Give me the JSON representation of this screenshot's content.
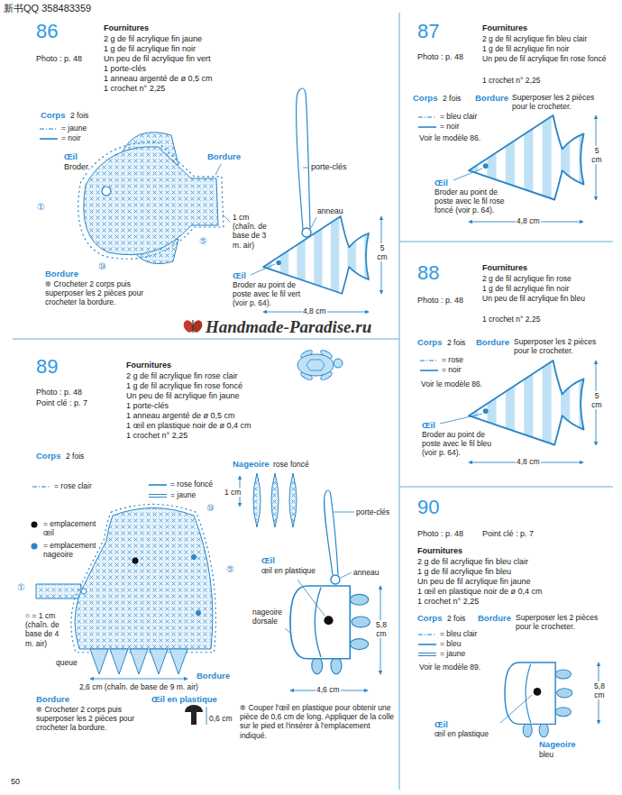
{
  "diagram": {
    "labels": [
      "新书QQ 358483359",
      "86",
      "Photo : p. 48",
      "Fournitures",
      "2 g de fil acrylique fin jaune",
      "1 g de fil acrylique fin noir",
      "Un peu de fil acrylique fin vert",
      "1 porte-clés",
      "1 anneau argenté de ø 0,5 cm",
      "1 crochet n° 2,25",
      "Corps",
      "2 fois",
      "Œil",
      "Broder.",
      "Bordure",
      "porte-clés",
      "anneau",
      "1 cm (chaîn. de base de 3 m. air)",
      "5 cm",
      "Œil",
      "Broder au point de poste avec le fil vert (voir p. 64).",
      "4,8 cm",
      "Bordure",
      "❊ Crocheter 2 corps puis superposer les 2 pièces pour crocheter la bordure.",
      "⑤",
      "⑩",
      "①",
      "Handmade-Paradise.ru",
      "87",
      "Photo : p. 48",
      "Fournitures",
      "2 g de fil acrylique fin bleu clair",
      "1 g de fil acrylique fin noir",
      "Un peu de fil acrylique fin rose foncé",
      "1 crochet n° 2,25",
      "Corps",
      "2 fois",
      "Bordure",
      "Superposer les 2 pièces pour le crocheter.",
      "Voir le modèle 86.",
      "Œil",
      "Broder au point de poste avec le fil rose foncé (voir p. 64).",
      "5 cm",
      "4,8 cm",
      "88",
      "Photo : p. 48",
      "Fournitures",
      "2 g de fil acrylique fin rose",
      "1 g de fil acrylique fin noir",
      "Un peu de fil acrylique fin bleu",
      "1 crochet n° 2,25",
      "Corps",
      "2 fois",
      "Bordure",
      "Superposer les 2 pièces pour le crocheter.",
      "Voir le modèle 86.",
      "Œil",
      "Broder au point de poste avec le fil bleu (voir p. 64).",
      "5 cm",
      "4,8 cm",
      "90",
      "Photo : p. 48",
      "Point clé : p. 7",
      "Fournitures",
      "2 g de fil acrylique fin bleu clair",
      "1 g de fil acrylique fin bleu",
      "Un peu de fil acrylique fin jaune",
      "1 œil en plastique noir de ø 0,4 cm",
      "1 crochet n° 2,25",
      "Corps",
      "2 fois",
      "Bordure",
      "Superposer les 2 pièces pour le crocheter.",
      "Voir le modèle 89.",
      "5,8 cm",
      "Œil",
      "œil en plastique",
      "Nageoire",
      "bleu",
      "89",
      "Photo : p. 48",
      "Point clé : p. 7",
      "Fournitures",
      "2 g de fil acrylique fin rose clair",
      "1 g de fil acrylique fin rose foncé",
      "Un peu de fil acrylique fin jaune",
      "1 porte-clés",
      "1 anneau argenté de ø 0,5 cm",
      "1 œil en plastique noir de ø 0,4 cm",
      "1 crochet n° 2,25",
      "Corps",
      "2 fois",
      "Nageoire",
      "rose foncé",
      "1 cm",
      "porte-clés",
      "anneau",
      "Œil",
      "œil en plastique",
      "nageoire dorsale",
      "5,8 cm",
      "4,6 cm",
      "○ = 1 cm (chaîn. de base de 4 m. air)",
      "queue",
      "2,6 cm (chaîn. de base de 9 m. air)",
      "Bordure",
      "Bordure",
      "❊ Crocheter 2 corps puis superposer les 2 pièces pour crocheter la bordure.",
      "Œil en plastique",
      "0,6 cm",
      "❊ Couper l'œil en plastique pour obtenir une pièce de 0,6 cm de long. Appliquer de la colle sur le pied et l'insérer à l'emplacement indiqué.",
      "⑩",
      "⑤",
      "①",
      "50"
    ],
    "legend": [
      {
        "text": "= jaune"
      },
      {
        "text": "= noir"
      },
      {
        "text": "= bleu clair"
      },
      {
        "text": "= noir"
      },
      {
        "text": "= rose"
      },
      {
        "text": "= noir"
      },
      {
        "text": "= rose clair"
      },
      {
        "text": "= rose foncé"
      },
      {
        "text": "= jaune"
      },
      {
        "text": "= emplacement œil"
      },
      {
        "text": "= emplacement nageoire"
      },
      {
        "text": "= bleu clair"
      },
      {
        "text": "= bleu"
      },
      {
        "text": "= jaune"
      }
    ]
  }
}
